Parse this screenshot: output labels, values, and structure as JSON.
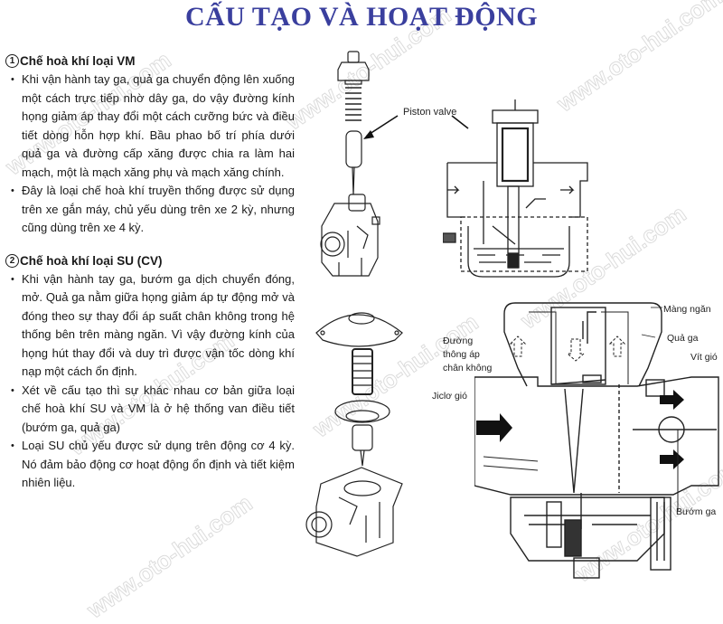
{
  "title": "CẤU TẠO VÀ HOẠT ĐỘNG",
  "watermark": "www.oto-hui.com",
  "sections": [
    {
      "number": "1",
      "heading": "Chế hoà khí loại VM",
      "bullets": [
        "Khi vận hành tay ga, quả ga chuyển động lên xuống một cách trực tiếp nhờ dây ga, do vậy đường kính họng giảm áp thay đổi một cách cưỡng bức và điều tiết dòng hỗn hợp khí. Bầu phao bố trí phía dưới quả ga và đường cấp xăng được chia ra làm hai mạch, một là mạch xăng phụ và mạch xăng chính.",
        "Đây là loại chế hoà khí truyền thống được sử dụng trên xe gắn máy, chủ yếu dùng trên xe 2 kỳ, nhưng cũng dùng trên xe 4 kỳ."
      ]
    },
    {
      "number": "2",
      "heading": "Chế hoà khí loại SU (CV)",
      "bullets": [
        "Khi vận hành tay ga, bướm ga dịch chuyển đóng, mở. Quả ga nằm giữa họng giảm áp tự động mở và đóng theo sự thay đổi áp suất chân không trong hệ thống bên trên màng ngăn. Vì vậy đường kính của họng hút thay đổi và duy trì được vận tốc dòng khí nạp một cách ổn định.",
        "Xét về cấu tạo thì sự khác nhau cơ bản giữa loại chế hoà khí SU và VM là ở hệ thống van điều tiết (bướm ga, quả ga)",
        "Loại SU chủ yếu được sử dụng trên động cơ 4 kỳ. Nó đảm bảo động cơ hoạt động ổn định và tiết kiệm nhiên liệu."
      ]
    }
  ],
  "figures": {
    "vm_exploded": {
      "caption": ""
    },
    "vm_section": {
      "label_piston": "Piston valve"
    },
    "su_exploded": {
      "caption": ""
    },
    "su_section": {
      "label_mang_ngan": "Màng ngăn",
      "label_qua_ga": "Quả ga",
      "label_vit_gio": "Vít gió",
      "label_duong_thong_ap_1": "Đường",
      "label_duong_thong_ap_2": "thông áp",
      "label_duong_thong_ap_3": "chân không",
      "label_jiclo_gio": "Jiclơ gió",
      "label_buom_ga": "Bướm ga"
    }
  },
  "colors": {
    "title": "#3a3f9e",
    "text": "#1a1a1a",
    "watermark": "#dcdcdc"
  }
}
